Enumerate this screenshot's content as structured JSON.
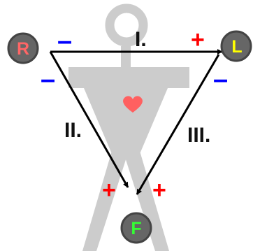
{
  "colors": {
    "background": "#ffffff",
    "figure": "#cccccc",
    "heart": "#ff6060",
    "arrow": "#000000",
    "electrode_fill": "#666666",
    "electrode_ring": "#444444",
    "plus_sign": "#ff0000",
    "minus_sign": "#0000ff"
  },
  "electrodes": {
    "right_arm": {
      "letter": "R",
      "color": "#ff6666"
    },
    "left_arm": {
      "letter": "L",
      "color": "#ffff00"
    },
    "foot": {
      "letter": "F",
      "color": "#33ff33"
    }
  },
  "leads": {
    "lead1": {
      "label": "I.",
      "negative": "–",
      "positive": "+"
    },
    "lead2": {
      "label": "II.",
      "negative": "–",
      "positive": "+"
    },
    "lead3": {
      "label": "III.",
      "negative": "–",
      "positive": "+"
    }
  },
  "icons": {
    "body": "human-figure-icon",
    "heart": "heart-icon"
  }
}
